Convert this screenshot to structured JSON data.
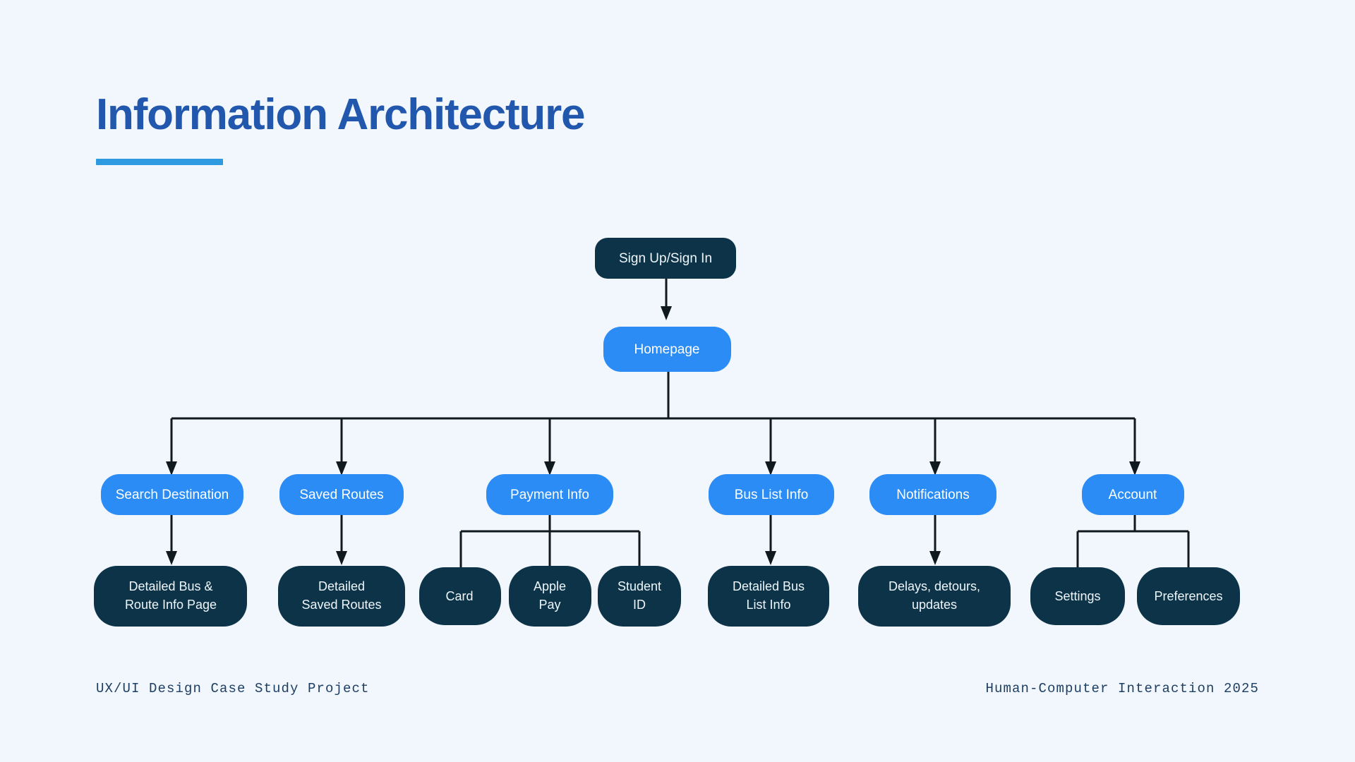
{
  "header": {
    "title": "Information Architecture",
    "accent_color": "#2e9ae0",
    "title_color": "#2158ad"
  },
  "footer": {
    "left": "UX/UI Design Case Study Project",
    "right": "Human-Computer Interaction 2025"
  },
  "theme": {
    "background": "#f2f6fd",
    "primary_node": "#2b8cf5",
    "dark_node": "#0d3348",
    "connector": "#101820",
    "node_text": "#ffffff"
  },
  "diagram": {
    "type": "tree",
    "root": "Sign Up/Sign In",
    "nodes": {
      "signup": {
        "label": "Sign Up/Sign In",
        "style": "dark",
        "level": 0
      },
      "homepage": {
        "label": "Homepage",
        "style": "primary",
        "level": 1
      },
      "search_destination": {
        "label": "Search Destination",
        "style": "primary",
        "level": 2
      },
      "saved_routes": {
        "label": "Saved Routes",
        "style": "primary",
        "level": 2
      },
      "payment_info": {
        "label": "Payment Info",
        "style": "primary",
        "level": 2
      },
      "bus_list_info": {
        "label": "Bus List Info",
        "style": "primary",
        "level": 2
      },
      "notifications": {
        "label": "Notifications",
        "style": "primary",
        "level": 2
      },
      "account": {
        "label": "Account",
        "style": "primary",
        "level": 2
      },
      "detailed_bus_route": {
        "label_line1": "Detailed Bus &",
        "label_line2": "Route Info Page",
        "style": "dark",
        "level": 3
      },
      "detailed_saved_routes": {
        "label_line1": "Detailed",
        "label_line2": "Saved Routes",
        "style": "dark",
        "level": 3
      },
      "card": {
        "label": "Card",
        "style": "dark",
        "level": 3
      },
      "apple_pay": {
        "label_line1": "Apple",
        "label_line2": "Pay",
        "style": "dark",
        "level": 3
      },
      "student_id": {
        "label_line1": "Student",
        "label_line2": "ID",
        "style": "dark",
        "level": 3
      },
      "detailed_bus_list": {
        "label_line1": "Detailed Bus",
        "label_line2": "List Info",
        "style": "dark",
        "level": 3
      },
      "delays_detours": {
        "label_line1": "Delays, detours,",
        "label_line2": "updates",
        "style": "dark",
        "level": 3
      },
      "settings": {
        "label": "Settings",
        "style": "dark",
        "level": 3
      },
      "preferences": {
        "label": "Preferences",
        "style": "dark",
        "level": 3
      }
    },
    "edges": [
      {
        "from": "signup",
        "to": "homepage",
        "arrow": true
      },
      {
        "from": "homepage",
        "to": "search_destination",
        "arrow": true
      },
      {
        "from": "homepage",
        "to": "saved_routes",
        "arrow": true
      },
      {
        "from": "homepage",
        "to": "payment_info",
        "arrow": true
      },
      {
        "from": "homepage",
        "to": "bus_list_info",
        "arrow": true
      },
      {
        "from": "homepage",
        "to": "notifications",
        "arrow": true
      },
      {
        "from": "homepage",
        "to": "account",
        "arrow": true
      },
      {
        "from": "search_destination",
        "to": "detailed_bus_route",
        "arrow": true
      },
      {
        "from": "saved_routes",
        "to": "detailed_saved_routes",
        "arrow": true
      },
      {
        "from": "payment_info",
        "to": "card",
        "arrow": false
      },
      {
        "from": "payment_info",
        "to": "apple_pay",
        "arrow": false
      },
      {
        "from": "payment_info",
        "to": "student_id",
        "arrow": false
      },
      {
        "from": "bus_list_info",
        "to": "detailed_bus_list",
        "arrow": true
      },
      {
        "from": "notifications",
        "to": "delays_detours",
        "arrow": true
      },
      {
        "from": "account",
        "to": "settings",
        "arrow": false
      },
      {
        "from": "account",
        "to": "preferences",
        "arrow": false
      }
    ]
  }
}
